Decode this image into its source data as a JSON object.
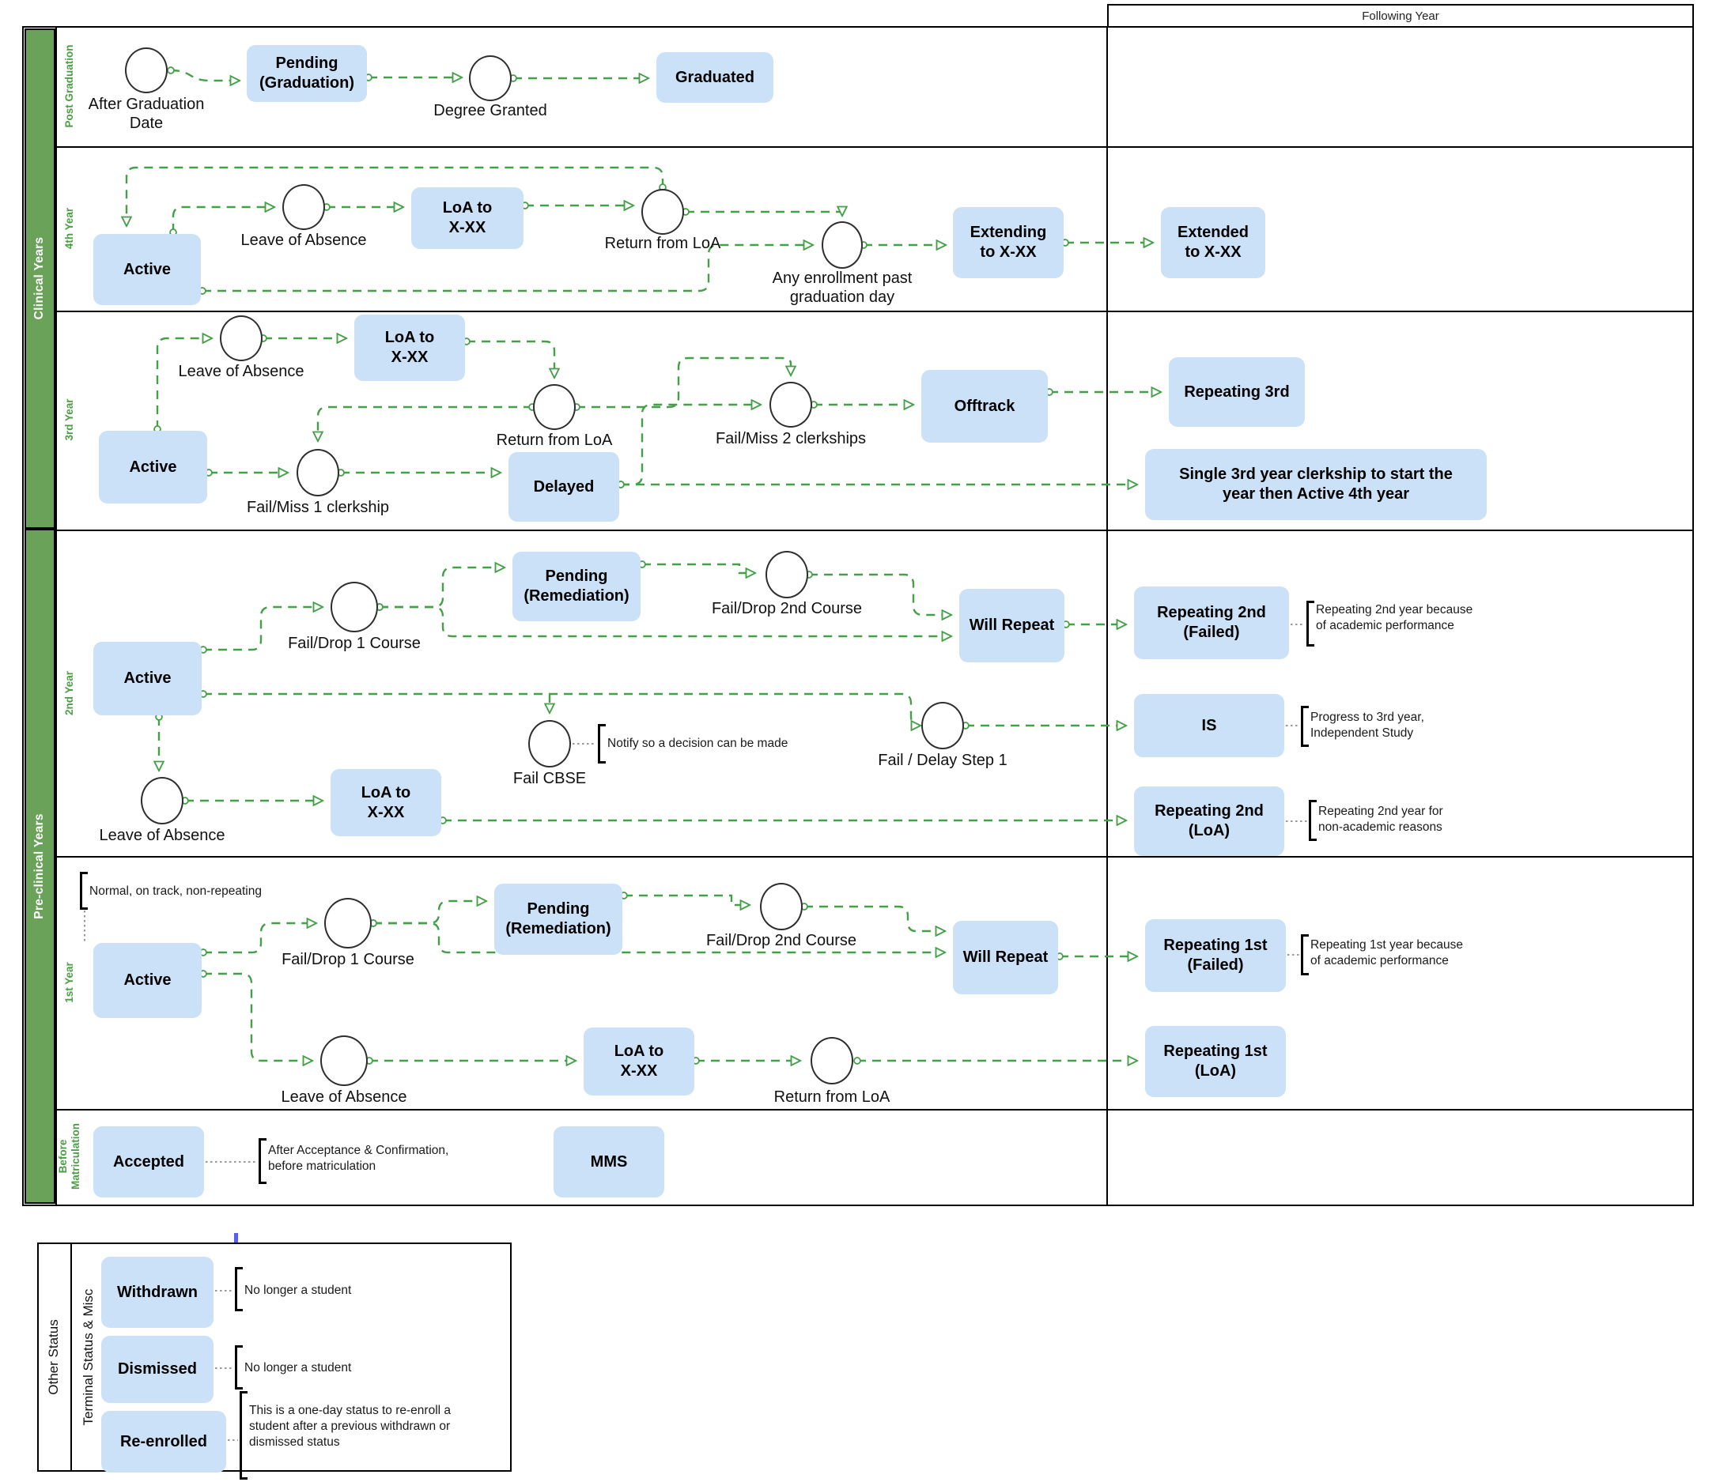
{
  "header": {
    "following_year": "Following Year"
  },
  "groups": {
    "clinical": "Clinical Years",
    "preclinical": "Pre-clinical Years"
  },
  "lanes": {
    "post_graduation": {
      "label": "Post Graduation",
      "after_graduation": "After Graduation\nDate",
      "pending_graduation": "Pending\n(Graduation)",
      "degree_granted": "Degree Granted",
      "graduated": "Graduated"
    },
    "year4": {
      "label": "4th Year",
      "active": "Active",
      "leave_of_absence": "Leave of Absence",
      "loa_to": "LoA to\nX-XX",
      "return_from_loa": "Return from LoA",
      "enrollment_past_grad": "Any enrollment past\ngraduation day",
      "extending": "Extending\nto X-XX",
      "extended": "Extended\nto X-XX"
    },
    "year3": {
      "label": "3rd Year",
      "active": "Active",
      "leave_of_absence": "Leave of Absence",
      "loa_to": "LoA to\nX-XX",
      "return_from_loa": "Return from LoA",
      "fail_miss_1": "Fail/Miss 1 clerkship",
      "delayed": "Delayed",
      "fail_miss_2": "Fail/Miss 2 clerkships",
      "offtrack": "Offtrack",
      "repeating_3rd": "Repeating 3rd",
      "single_clerkship": "Single 3rd year clerkship to start the\nyear then Active 4th year"
    },
    "year2": {
      "label": "2nd Year",
      "active": "Active",
      "fail_drop_1": "Fail/Drop 1 Course",
      "pending_remediation": "Pending\n(Remediation)",
      "fail_drop_2": "Fail/Drop 2nd Course",
      "will_repeat": "Will Repeat",
      "repeating_failed": "Repeating 2nd\n(Failed)",
      "repeating_failed_note": "Repeating 2nd year because\nof academic performance",
      "fail_cbse": "Fail CBSE",
      "fail_cbse_note": "Notify so a decision can be made",
      "fail_delay_step1": "Fail / Delay Step 1",
      "is": "IS",
      "is_note": "Progress to 3rd year,\nIndependent Study",
      "leave_of_absence": "Leave of Absence",
      "loa_to": "LoA to\nX-XX",
      "repeating_loa": "Repeating 2nd\n(LoA)",
      "repeating_loa_note": "Repeating 2nd year for\nnon-academic reasons"
    },
    "year1": {
      "label": "1st Year",
      "active_note": "Normal, on track, non-repeating",
      "active": "Active",
      "fail_drop_1": "Fail/Drop 1 Course",
      "pending_remediation": "Pending\n(Remediation)",
      "fail_drop_2": "Fail/Drop 2nd Course",
      "will_repeat": "Will Repeat",
      "repeating_failed": "Repeating 1st\n(Failed)",
      "repeating_failed_note": "Repeating 1st year because\nof academic performance",
      "leave_of_absence": "Leave of Absence",
      "loa_to": "LoA to\nX-XX",
      "return_from_loa": "Return from LoA",
      "repeating_loa": "Repeating 1st\n(LoA)"
    },
    "before_matriculation": {
      "label": "Before\nMatriculation",
      "accepted": "Accepted",
      "accepted_note": "After Acceptance & Confirmation,\nbefore matriculation",
      "mms": "MMS"
    }
  },
  "other_status": {
    "label": "Other Status",
    "sublabel": "Terminal Status & Misc",
    "withdrawn": "Withdrawn",
    "withdrawn_note": "No longer a student",
    "dismissed": "Dismissed",
    "dismissed_note": "No longer a student",
    "reenrolled": "Re-enrolled",
    "reenrolled_note": "This is a one-day status to re-enroll a\nstudent after a previous withdrawn or\ndismissed status"
  },
  "colors": {
    "flow_green": "#43a047",
    "lane_bar_green": "#6aa259",
    "lane_label_green": "#4a9e43",
    "state_blue": "#cbe1f7",
    "border_black": "#000000",
    "note_connector_gray": "#999999",
    "artifact_blue": "#5b5bf7"
  }
}
